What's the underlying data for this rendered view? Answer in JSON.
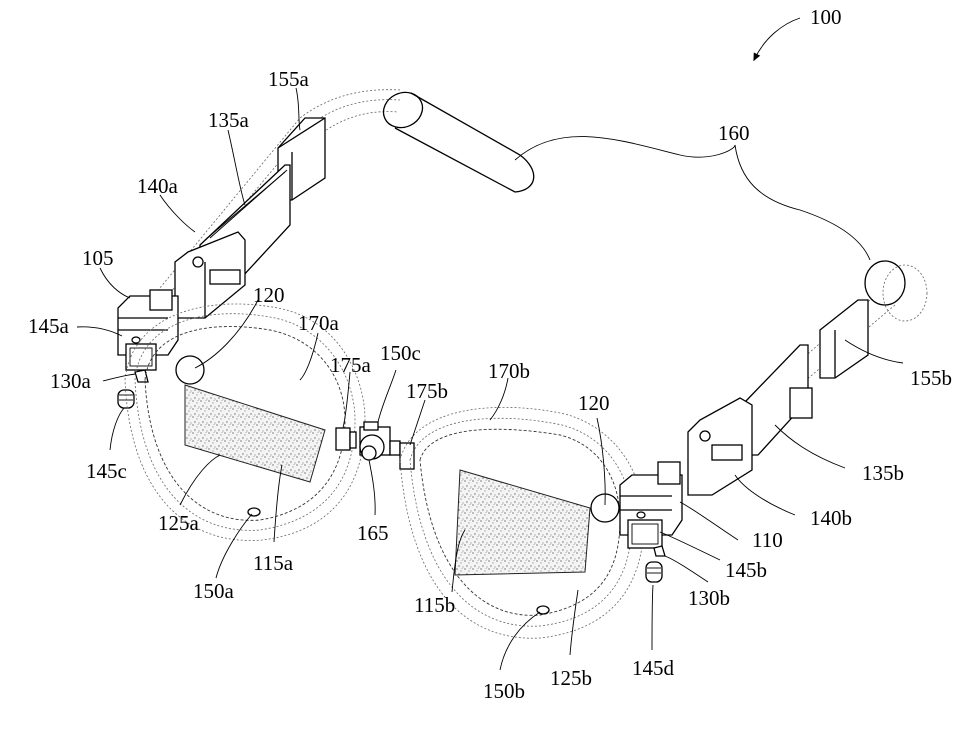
{
  "figure": {
    "subject": "smart glasses apparatus (patent drawing)",
    "overall_reference": "100",
    "labels": [
      {
        "id": "100",
        "text": "100",
        "part": "glasses apparatus (overall)"
      },
      {
        "id": "155a",
        "text": "155a",
        "part": "left temple module"
      },
      {
        "id": "135a",
        "text": "135a",
        "part": "left circuit board"
      },
      {
        "id": "140a",
        "text": "140a",
        "part": "left connector block"
      },
      {
        "id": "105",
        "text": "105",
        "part": "left projector housing"
      },
      {
        "id": "145a",
        "text": "145a",
        "part": "left sensor"
      },
      {
        "id": "130a",
        "text": "130a",
        "part": "left nose/pad clip"
      },
      {
        "id": "145c",
        "text": "145c",
        "part": "left earbud"
      },
      {
        "id": "120-left",
        "text": "120",
        "part": "left reflector sphere"
      },
      {
        "id": "170a",
        "text": "170a",
        "part": "left frame rim"
      },
      {
        "id": "175a",
        "text": "175a",
        "part": "left bridge block"
      },
      {
        "id": "150c",
        "text": "150c",
        "part": "bridge sensor"
      },
      {
        "id": "175b",
        "text": "175b",
        "part": "right bridge block"
      },
      {
        "id": "165",
        "text": "165",
        "part": "camera"
      },
      {
        "id": "125a",
        "text": "125a",
        "part": "left lens"
      },
      {
        "id": "115a",
        "text": "115a",
        "part": "left display region"
      },
      {
        "id": "150a",
        "text": "150a",
        "part": "left lower sensor"
      },
      {
        "id": "160",
        "text": "160",
        "part": "temple arm cable"
      },
      {
        "id": "170b",
        "text": "170b",
        "part": "right frame rim"
      },
      {
        "id": "120-right",
        "text": "120",
        "part": "right reflector sphere"
      },
      {
        "id": "155b",
        "text": "155b",
        "part": "right temple module"
      },
      {
        "id": "135b",
        "text": "135b",
        "part": "right circuit board"
      },
      {
        "id": "140b",
        "text": "140b",
        "part": "right connector block"
      },
      {
        "id": "110",
        "text": "110",
        "part": "right projector housing"
      },
      {
        "id": "145b",
        "text": "145b",
        "part": "right sensor"
      },
      {
        "id": "130b",
        "text": "130b",
        "part": "right nose/pad clip"
      },
      {
        "id": "145d",
        "text": "145d",
        "part": "right earbud"
      },
      {
        "id": "115b",
        "text": "115b",
        "part": "right display region"
      },
      {
        "id": "125b",
        "text": "125b",
        "part": "right lens"
      },
      {
        "id": "150b",
        "text": "150b",
        "part": "right lower sensor"
      }
    ]
  }
}
